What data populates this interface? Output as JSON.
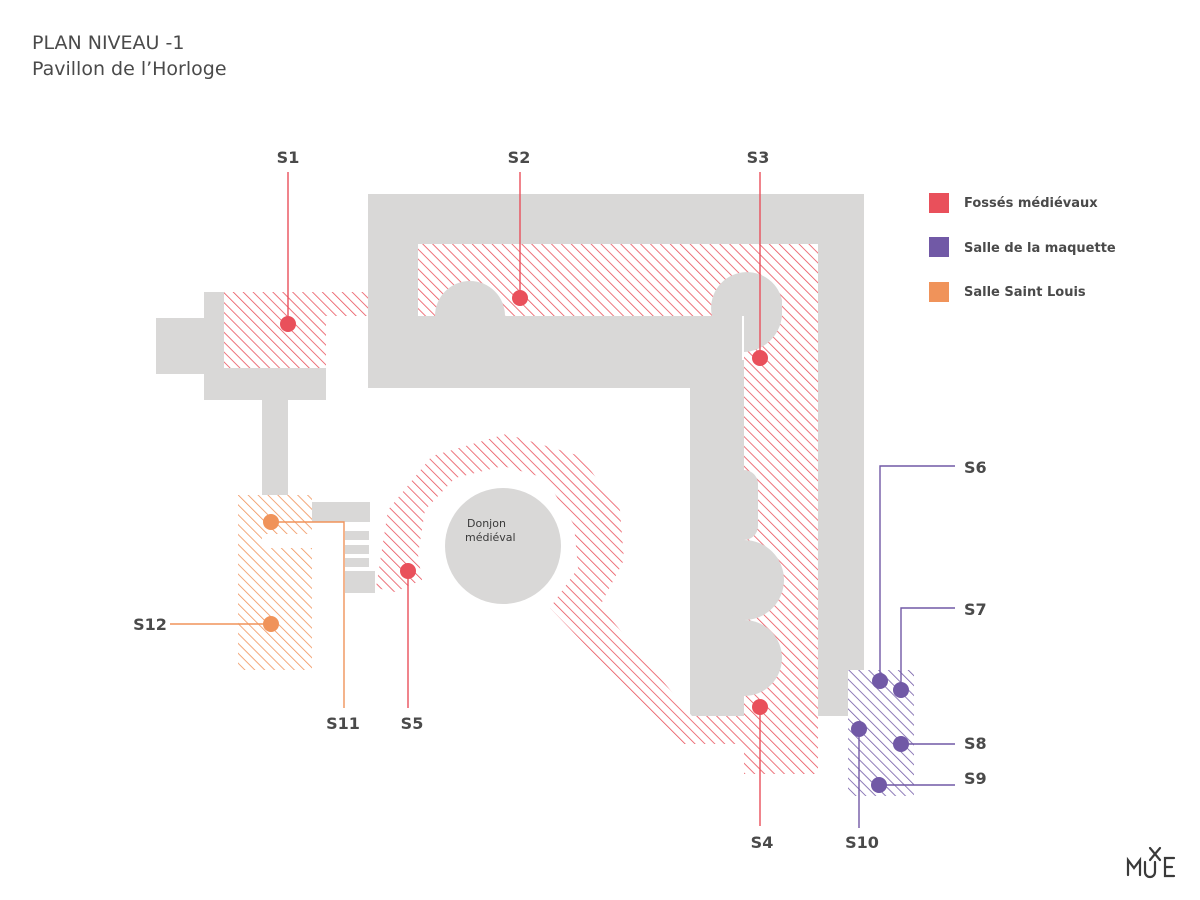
{
  "title": {
    "line1": "PLAN NIVEAU -1",
    "line2": "Pavillon de l’Horloge"
  },
  "colors": {
    "building": "#d9d8d7",
    "fosses": "#e9505b",
    "maquette": "#7159a6",
    "saint_louis": "#f0935a",
    "text": "#4a4a4a"
  },
  "legend": [
    {
      "key": "fosses",
      "label": "Fossés médiévaux"
    },
    {
      "key": "maquette",
      "label": "Salle de la maquette"
    },
    {
      "key": "saint_louis",
      "label": "Salle Saint Louis"
    }
  ],
  "donjon": {
    "line1": "Donjon",
    "line2": "médiéval"
  },
  "points": [
    {
      "id": "S1",
      "zone": "fosses"
    },
    {
      "id": "S2",
      "zone": "fosses"
    },
    {
      "id": "S3",
      "zone": "fosses"
    },
    {
      "id": "S4",
      "zone": "fosses"
    },
    {
      "id": "S5",
      "zone": "fosses"
    },
    {
      "id": "S6",
      "zone": "maquette"
    },
    {
      "id": "S7",
      "zone": "maquette"
    },
    {
      "id": "S8",
      "zone": "maquette"
    },
    {
      "id": "S9",
      "zone": "maquette"
    },
    {
      "id": "S10",
      "zone": "maquette"
    },
    {
      "id": "S11",
      "zone": "saint_louis"
    },
    {
      "id": "S12",
      "zone": "saint_louis"
    }
  ],
  "logo": "MUXE"
}
